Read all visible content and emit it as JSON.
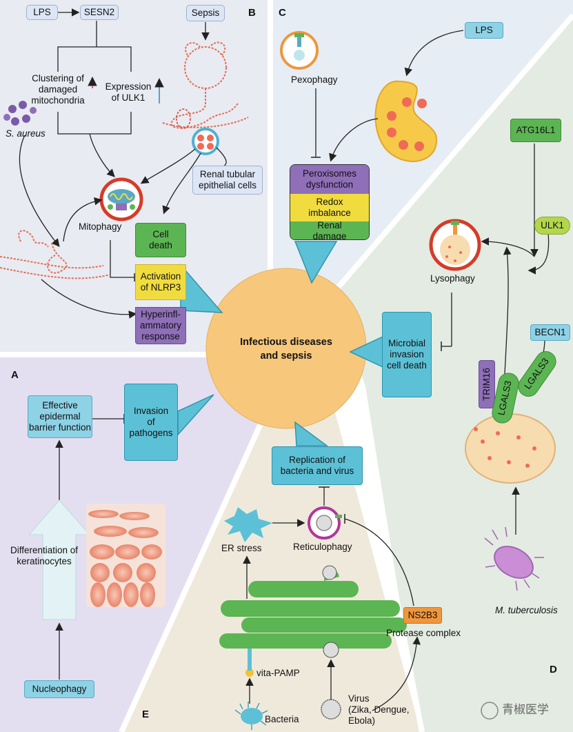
{
  "center": {
    "title_line1": "Infectious diseases",
    "title_line2": "and sepsis"
  },
  "panel_labels": {
    "a": "A",
    "b": "B",
    "c": "C",
    "d": "D",
    "e": "E"
  },
  "panel_a": {
    "barrier_line1": "Effective",
    "barrier_line2": "epidermal",
    "barrier_line3": "barrier function",
    "invasion_line1": "Invasion",
    "invasion_line2": "of",
    "invasion_line3": "pathogens",
    "diff_line1": "Differentiation of",
    "diff_line2": "keratinocytes",
    "nucleophagy": "Nucleophagy"
  },
  "panel_b": {
    "lps": "LPS",
    "sesn2": "SESN2",
    "sepsis": "Sepsis",
    "clustering_line1": "Clustering of",
    "clustering_line2": "damaged",
    "clustering_line3": "mitochondria",
    "expression_line1": "Expression",
    "expression_line2": "of ULK1",
    "s_aureus": "S. aureus",
    "renal_line1": "Renal tubular",
    "renal_line2": "epithelial cells",
    "mitophagy": "Mitophagy",
    "cell_death_line1": "Cell",
    "cell_death_line2": "death",
    "nlrp3_line1": "Activation",
    "nlrp3_line2": "of NLRP3",
    "hyper_line1": "Hyperinfl-",
    "hyper_line2": "ammatory",
    "hyper_line3": "response"
  },
  "panel_c": {
    "pexophagy": "Pexophagy",
    "lps": "LPS",
    "perox_line1": "Peroxisomes",
    "perox_line2": "dysfunction",
    "redox_line1": "Redox",
    "redox_line2": "imbalance",
    "renal_line1": "Renal",
    "renal_line2": "damage"
  },
  "panel_d": {
    "atg16l1": "ATG16L1",
    "ulk1": "ULK1",
    "lysophagy": "Lysophagy",
    "microbial_line1": "Microbial",
    "microbial_line2": "invasion",
    "microbial_line3": "cell death",
    "becn1": "BECN1",
    "trim16": "TRIM16",
    "lgals3_a": "LGALS3",
    "lgals3_b": "LGALS3",
    "m_tuberculosis": "M. tuberculosis"
  },
  "panel_e": {
    "replication_line1": "Replication of",
    "replication_line2": "bacteria and virus",
    "er_stress": "ER stress",
    "reticulophagy": "Reticulophagy",
    "ns2b3": "NS2B3",
    "protease": "Protease complex",
    "vita_pamp": "vita-PAMP",
    "bacteria": "Bacteria",
    "virus_line1": "Virus",
    "virus_line2": "(Zika, Dengue,",
    "virus_line3": "Ebola)"
  },
  "watermark": "青椒医学",
  "colors": {
    "panel_a_bg": "#e4dff0",
    "panel_b_bg": "#e8ebf1",
    "panel_c_bg": "#e6edf4",
    "panel_d_bg": "#e3ebe2",
    "panel_e_bg": "#efe9dc",
    "center_circle": "#f7c77c",
    "blue_box": "#8ed2e6",
    "green_box": "#5cb553",
    "purple_box": "#8e6fb8",
    "yellow_box": "#f1dc3f",
    "orange_box": "#f0963c"
  }
}
